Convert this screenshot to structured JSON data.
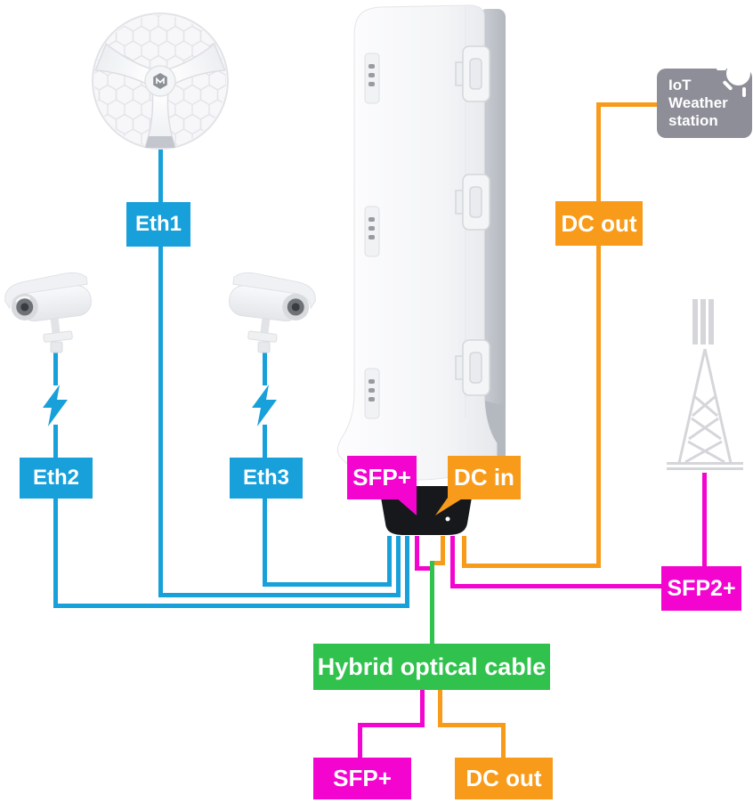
{
  "labels": {
    "eth1": "Eth1",
    "eth2": "Eth2",
    "eth3": "Eth3",
    "sfp_plus": "SFP+",
    "dc_in": "DC in",
    "dc_out": "DC out",
    "sfp2_plus": "SFP2+",
    "hybrid_cable": "Hybrid optical cable",
    "far_end_sfp_plus": "SFP+",
    "far_end_dc_out": "DC out"
  },
  "weather_station": {
    "line1": "IoT",
    "line2": "Weather",
    "line3": "station"
  },
  "icons": {
    "antenna": "lhg-wireless-antenna",
    "camera_left": "cctv-camera",
    "camera_right": "cctv-camera",
    "bolt": "poe-power-lightning",
    "device": "outdoor-fiber-unit",
    "tower": "radio-tower",
    "sun": "sun"
  },
  "colors": {
    "ethernet_cyan": "#18a0da",
    "fiber_magenta": "#f304cf",
    "power_orange": "#f89b1b",
    "hybrid_green": "#31c24e",
    "station_gray": "#8d8e97"
  }
}
